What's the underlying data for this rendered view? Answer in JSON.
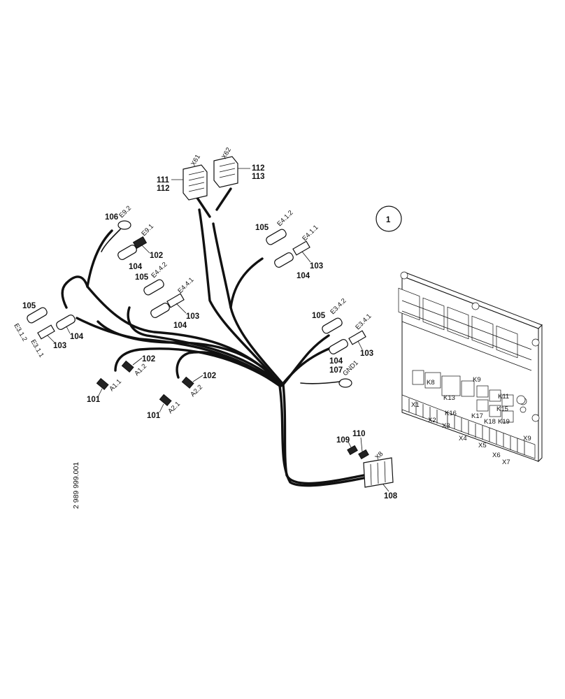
{
  "drawing_number": "2 989 999.001",
  "figure_index": "1",
  "callouts": {
    "c111": "111",
    "c112a": "112",
    "c112b": "112",
    "c113": "113",
    "c106": "106",
    "c102a": "102",
    "c104a": "104",
    "c105a": "105",
    "c103a": "103",
    "c104b": "104",
    "c105b": "105",
    "c103b": "103",
    "c104c": "104",
    "c105c": "105",
    "c103c": "103",
    "c104d": "104",
    "c105d": "105",
    "c103d": "103",
    "c104e": "104",
    "c107": "107",
    "c102b": "102",
    "c101a": "101",
    "c102c": "102",
    "c101b": "101",
    "c109": "109",
    "c110": "110",
    "c108": "108"
  },
  "connector_labels": {
    "x61": "X61",
    "x62": "X62",
    "e92": "E9.2",
    "e91": "E9.1",
    "e412": "E4.1.2",
    "e411": "E4.1.1",
    "e442": "E4.4.2",
    "e441": "E4.4.1",
    "e312": "E3.1.2",
    "e311": "E3.1.1",
    "e342": "E3.4.2",
    "e341": "E3.4.1",
    "gnd1": "GND1",
    "a11": "A1.1",
    "a12": "A1.2",
    "a21": "A2.1",
    "a22": "A2.2",
    "x8": "X8"
  },
  "board_labels": {
    "x1": "X1",
    "x2": "X2",
    "x3": "X3",
    "x4": "X4",
    "x5": "X5",
    "x6": "X6",
    "x7": "X7",
    "x9": "X9",
    "k8": "K8",
    "k9": "K9",
    "k11": "K11",
    "k13": "K13",
    "k15": "K15",
    "k16": "K16",
    "k17": "K17",
    "k18": "K18",
    "k19": "K19"
  }
}
